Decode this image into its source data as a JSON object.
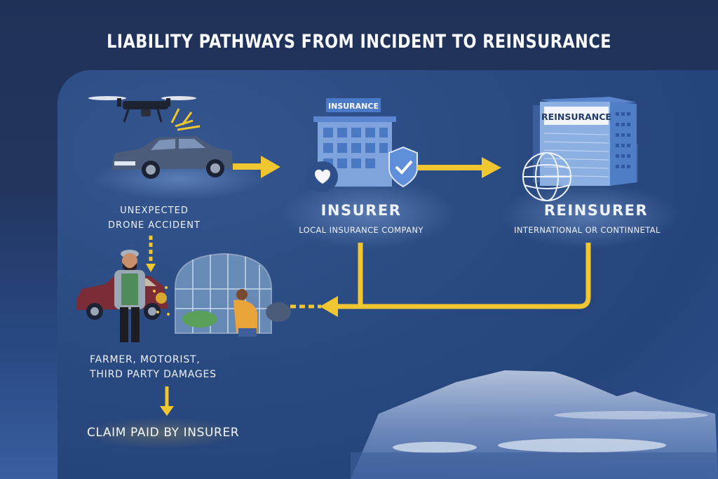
{
  "title": "LIABILITY PATHWAYS FROM INCIDENT TO REINSURANCE",
  "nodes": {
    "incident": {
      "label_line1": "UNEXPECTED",
      "label_line2": "DRONE ACCIDENT",
      "icons": [
        "drone-icon",
        "car-icon",
        "impact-burst-icon"
      ]
    },
    "insurer": {
      "sign": "INSURANCE",
      "title": "INSURER",
      "subtitle": "LOCAL INSURANCE COMPANY",
      "icons": [
        "building-icon",
        "heart-hands-icon",
        "shield-check-icon"
      ]
    },
    "reinsurer": {
      "sign": "REINSURANCE",
      "title": "REINSURER",
      "subtitle": "INTERNATIONAL OR CONTINNETAL",
      "icons": [
        "tower-building-icon",
        "globe-icon"
      ]
    },
    "damages": {
      "label_line1": "FARMER, MOTORIST,",
      "label_line2": "THIRD PARTY DAMAGES",
      "icons": [
        "farmer-icon",
        "damaged-car-icon",
        "greenhouse-icon",
        "people-icon"
      ]
    },
    "claim": {
      "label": "CLAIM PAID BY INSURER"
    }
  },
  "colors": {
    "arrow": "#f0c631",
    "background_top": "#1f3157",
    "panel": "#2a4a82",
    "text": "#eef2fa",
    "building": "#6f98d6"
  },
  "edges": [
    {
      "from": "incident",
      "to": "insurer",
      "style": "solid"
    },
    {
      "from": "insurer",
      "to": "reinsurer",
      "style": "solid"
    },
    {
      "from": "incident",
      "to": "damages",
      "style": "dashed"
    },
    {
      "from": "reinsurer",
      "to": "damages",
      "style": "solid-then-dashed"
    },
    {
      "from": "insurer",
      "to": "damages",
      "style": "solid"
    },
    {
      "from": "damages",
      "to": "claim",
      "style": "solid"
    }
  ]
}
